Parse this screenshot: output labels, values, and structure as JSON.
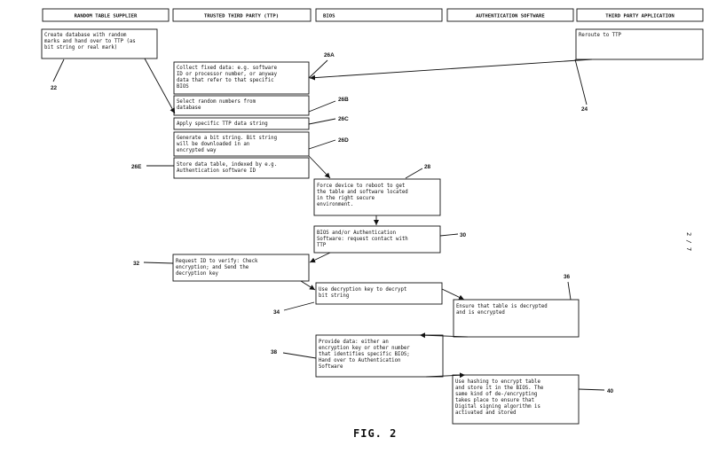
{
  "lanes": [
    {
      "label": "RANDOM TABLE SUPPLIER"
    },
    {
      "label": "TRUSTED THIRD PARTY (TTP)"
    },
    {
      "label": "BIOS"
    },
    {
      "label": "AUTHENTICATION SOFTWARE"
    },
    {
      "label": "THIRD PARTY APPLICATION"
    }
  ],
  "steps": {
    "s22": {
      "ref": "22",
      "lines": [
        "Create database with random",
        "marks and hand over to TTP (as",
        "bit string or real mark)"
      ]
    },
    "s24": {
      "ref": "24",
      "lines": [
        "Reroute to TTP"
      ]
    },
    "s26a": {
      "ref": "26A",
      "lines": [
        "Collect fixed data: e.g. software",
        "ID or processor number, or anyway",
        "data that refer to that specific",
        "BIOS"
      ]
    },
    "s26b": {
      "ref": "26B",
      "lines": [
        "Select random numbers from",
        "database"
      ]
    },
    "s26c": {
      "ref": "26C",
      "lines": [
        "Apply specific TTP data string"
      ]
    },
    "s26d": {
      "ref": "26D",
      "lines": [
        "Generate a bit string. Bit string",
        "will be downloaded in an",
        "encrypted way"
      ]
    },
    "s26e": {
      "ref": "26E",
      "lines": [
        "Store data table, indexed by e.g.",
        "Authentication software ID"
      ]
    },
    "s28": {
      "ref": "28",
      "lines": [
        "Force device to reboot to get",
        "the table and software located",
        "in the right secure",
        "environment."
      ]
    },
    "s30": {
      "ref": "30",
      "lines": [
        "BIOS and/or Authentication",
        "Software: request contact with",
        "TTP"
      ]
    },
    "s32": {
      "ref": "32",
      "lines": [
        "Request ID to verify: Check",
        "encryption; and Send the",
        "decryption key"
      ]
    },
    "s34": {
      "ref": "34",
      "lines": [
        "Use decryption key to decrypt",
        "bit string"
      ]
    },
    "s36": {
      "ref": "36",
      "lines": [
        "Ensure that table is decrypted",
        "and is encrypted"
      ]
    },
    "s38": {
      "ref": "38",
      "lines": [
        "Provide data: either an",
        "encryption key or other number",
        "that identifies specific BIOS;",
        "Hand over to Authentication",
        "Software"
      ]
    },
    "s40": {
      "ref": "40",
      "lines": [
        "Use hashing to encrypt table",
        "and store it in the BIOS. The",
        "same kind of de-/encrypting",
        "takes place to ensure that",
        "Digital signing algorithm is",
        "activated and stored"
      ]
    }
  },
  "figure_label": "FIG. 2",
  "page_number": "2 / 7"
}
